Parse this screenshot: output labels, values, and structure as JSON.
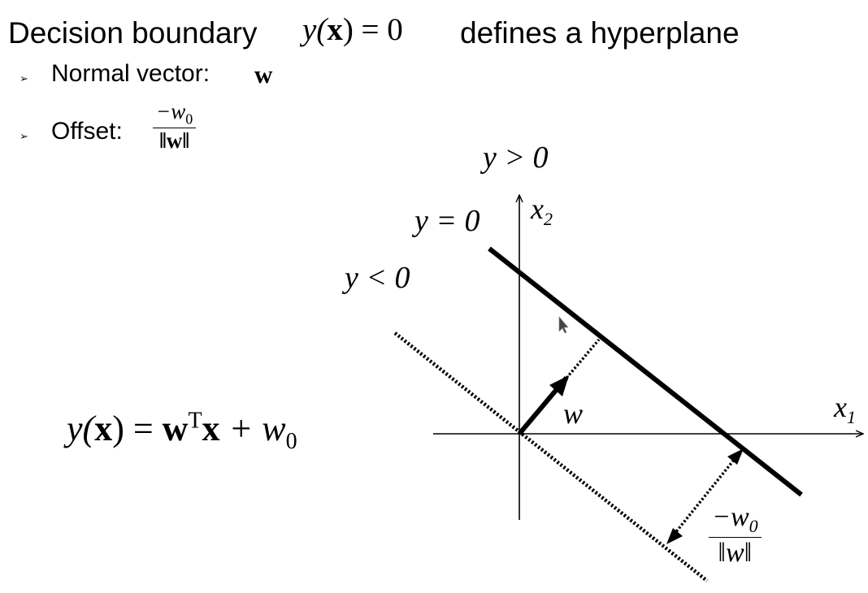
{
  "title": {
    "prefix": "Decision boundary",
    "equation": {
      "lhs": "y(",
      "arg": "x",
      "rhs": ") = 0"
    },
    "suffix": "defines a hyperplane"
  },
  "bullets": [
    {
      "label": "Normal vector:",
      "value": "w"
    },
    {
      "label": "Offset:",
      "numerator": "−w",
      "numerator_sub": "0",
      "denominator": "‖w‖"
    }
  ],
  "equation": {
    "lhs": "y(",
    "arg": "x",
    "eq": ") = ",
    "w": "w",
    "transpose": "T",
    "x": "x",
    "plus": " + w",
    "sub": "0"
  },
  "diagram": {
    "region_labels": {
      "positive": "y > 0",
      "boundary": "y = 0",
      "negative": "y < 0"
    },
    "axes": {
      "x": {
        "label": "x",
        "sub": "1"
      },
      "y": {
        "label": "x",
        "sub": "2"
      }
    },
    "vector_label": "w",
    "offset_label": {
      "numerator": "−w",
      "numerator_sub": "0",
      "denominator": "‖w‖"
    }
  }
}
